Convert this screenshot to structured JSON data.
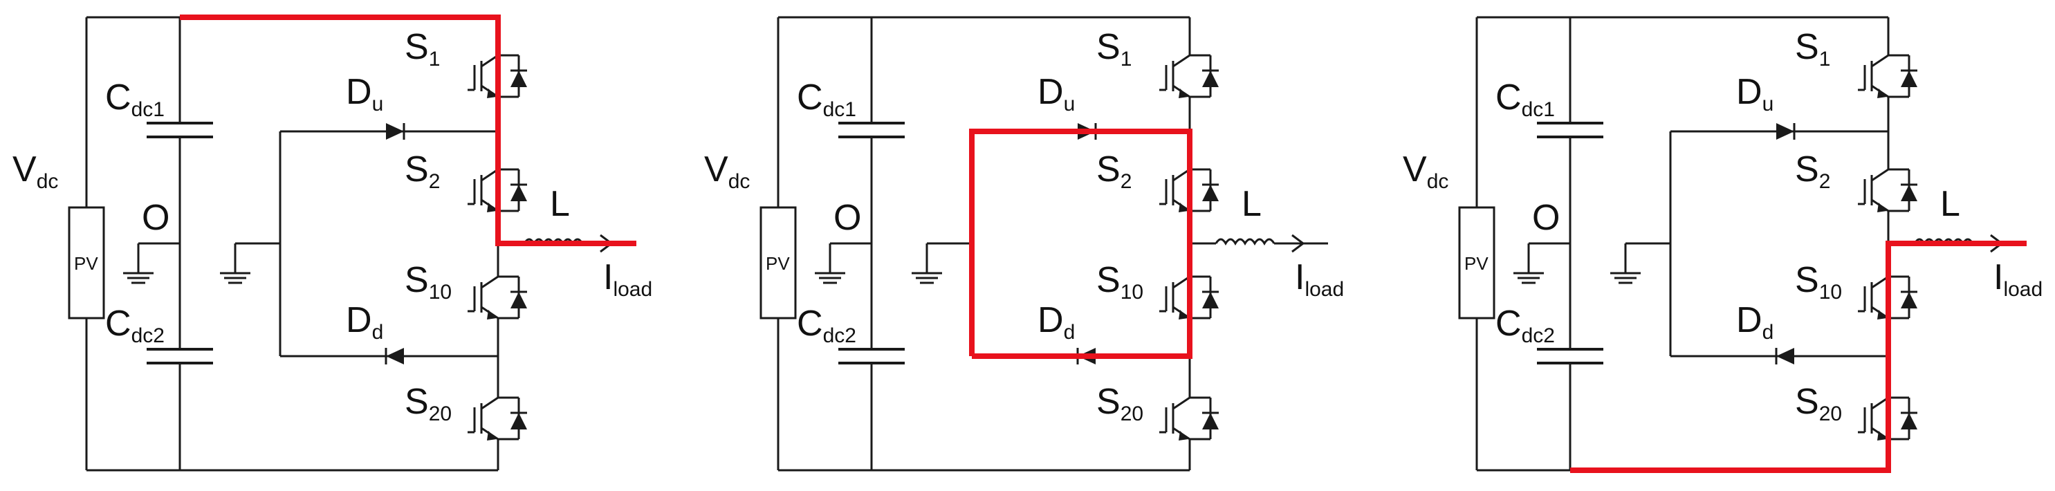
{
  "panels": [
    {
      "id": "a",
      "path_color": "#e8121d"
    },
    {
      "id": "b",
      "path_color": "#e8121d"
    },
    {
      "id": "c",
      "path_color": "#e8121d"
    }
  ],
  "labels": {
    "vdc_main": "V",
    "vdc_sub": "dc",
    "pv": "PV",
    "cdc1_main": "C",
    "cdc1_sub": "dc1",
    "cdc2_main": "C",
    "cdc2_sub": "dc2",
    "o": "O",
    "du_main": "D",
    "du_sub": "u",
    "dd_main": "D",
    "dd_sub": "d",
    "s1_main": "S",
    "s1_sub": "1",
    "s2_main": "S",
    "s2_sub": "2",
    "s10_main": "S",
    "s10_sub": "10",
    "s20_main": "S",
    "s20_sub": "20",
    "l": "L",
    "iload_main": "I",
    "iload_sub": "load"
  },
  "colors": {
    "wire": "#1a1a1a",
    "current_path": "#e8121d"
  }
}
